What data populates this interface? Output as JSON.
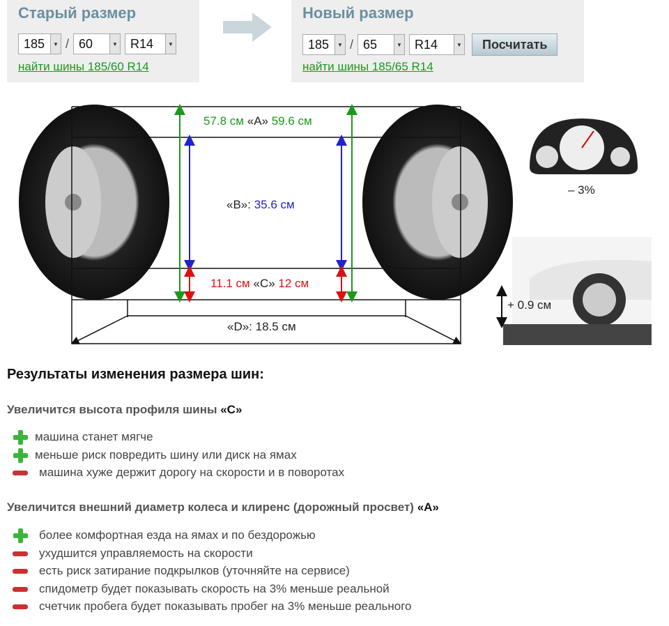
{
  "old": {
    "title": "Старый размер",
    "width": "185",
    "profile": "60",
    "rim": "R14",
    "link": "найти шины 185/60 R14"
  },
  "new": {
    "title": "Новый размер",
    "width": "185",
    "profile": "65",
    "rim": "R14",
    "link": "найти шины 185/65 R14",
    "button": "Посчитать"
  },
  "separator": "/",
  "diagram": {
    "a_old": "57.8 см",
    "a_label": "«A»",
    "a_new": "59.6 см",
    "b_label": "«B»:",
    "b_value": "35.6 см",
    "c_old": "11.1 см",
    "c_label": "«C»",
    "c_new": "12 см",
    "d_label": "«D»: 18.5 см",
    "speedo": "– 3%",
    "clearance": "+ 0.9 см"
  },
  "results": {
    "title": "Результаты изменения размера шин:",
    "sections": [
      {
        "title": "Увеличится высота профиля шины",
        "key": "«C»",
        "items": [
          {
            "sign": "plus",
            "text": "машина станет мягче"
          },
          {
            "sign": "plus",
            "text": "меньше риск повредить шину или диск на ямах"
          },
          {
            "sign": "minus",
            "text": "машина хуже держит дорогу на скорости и в поворотах"
          }
        ]
      },
      {
        "title": "Увеличится внешний диаметр колеса и клиренс (дорожный просвет)",
        "key": "«A»",
        "items": [
          {
            "sign": "plus",
            "text": "более комфортная езда на ямах и по бездорожью"
          },
          {
            "sign": "minus",
            "text": "ухудшится управляемость на скорости"
          },
          {
            "sign": "minus",
            "text": "есть риск затирание подкрылков (уточняйте на сервисе)"
          },
          {
            "sign": "minus",
            "text": "спидометр будет показывать скорость на 3% меньше реальной"
          },
          {
            "sign": "minus",
            "text": "счетчик пробега будет показывать пробег на 3% меньше реального"
          }
        ]
      }
    ]
  },
  "colors": {
    "green": "#1a9a1a",
    "blue": "#2222cc",
    "red": "#dd1111"
  }
}
